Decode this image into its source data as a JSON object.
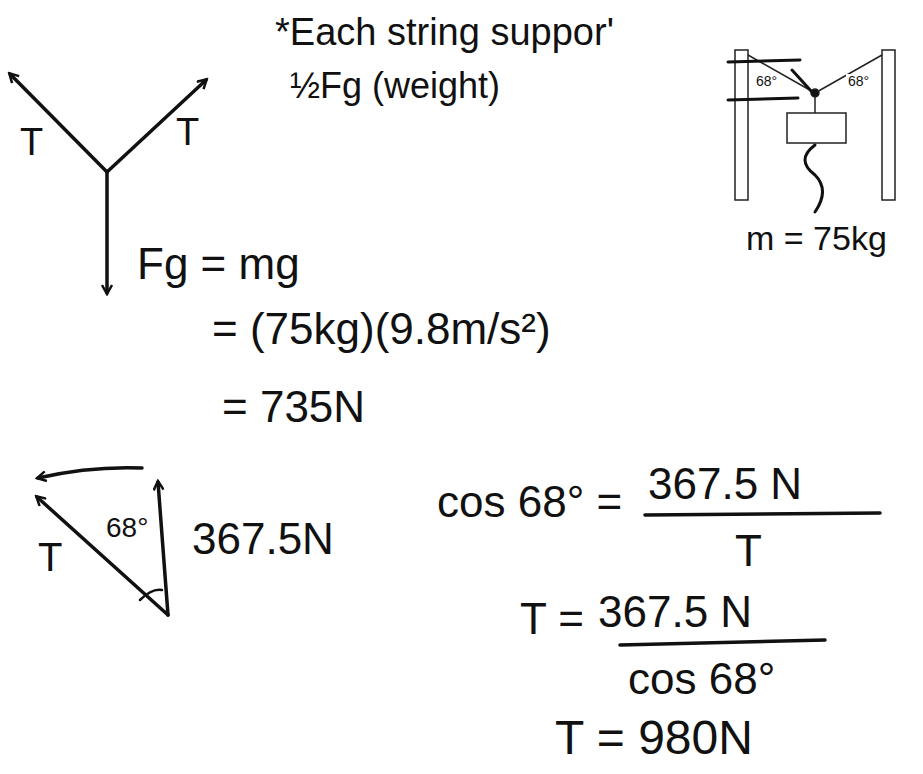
{
  "diagram": {
    "labels": [
      "*Each string suppor'",
      "½Fg (weight)",
      "68°",
      "68°",
      "T",
      "T",
      "m = 75kg",
      "Fg = mg",
      "= (75kg)(9.8m/s²)",
      "= 735N",
      "T",
      "68°",
      "367.5N",
      "cos 68° =",
      "367.5 N",
      "T",
      "T =",
      "367.5 N",
      "cos 68°",
      "T = 980N"
    ]
  }
}
